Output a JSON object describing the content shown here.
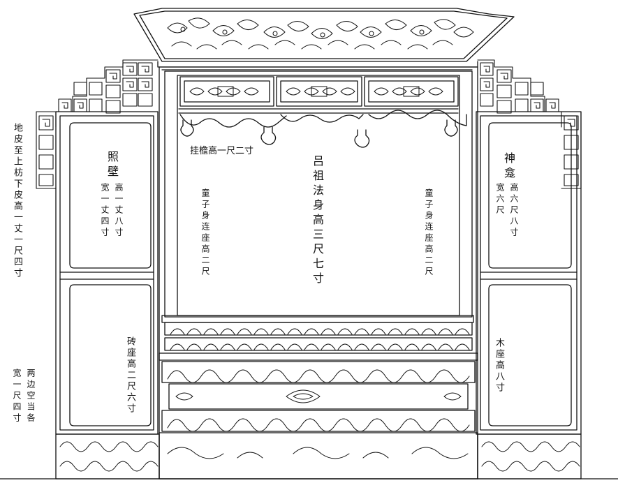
{
  "labels": {
    "floor_to_beam": "地皮至上枋下皮高一丈一尺四寸",
    "screen_title": "照壁",
    "screen_height": "高一丈八寸",
    "screen_width": "宽一丈四寸",
    "eave_hanging": "挂檐高一尺二寸",
    "statue": "吕祖法身高三尺七寸",
    "boy_left": "童子身连座高二尺",
    "boy_right": "童子身连座高二尺",
    "shrine_title": "神龛",
    "shrine_height": "高六尺八寸",
    "shrine_width": "宽六尺",
    "brick_base": "砖座高二尺六寸",
    "wood_base": "木座高八寸",
    "side_spaces": "两边空当各",
    "side_width": "宽一尺四寸"
  },
  "colors": {
    "line": "#111111",
    "background": "#ffffff"
  }
}
